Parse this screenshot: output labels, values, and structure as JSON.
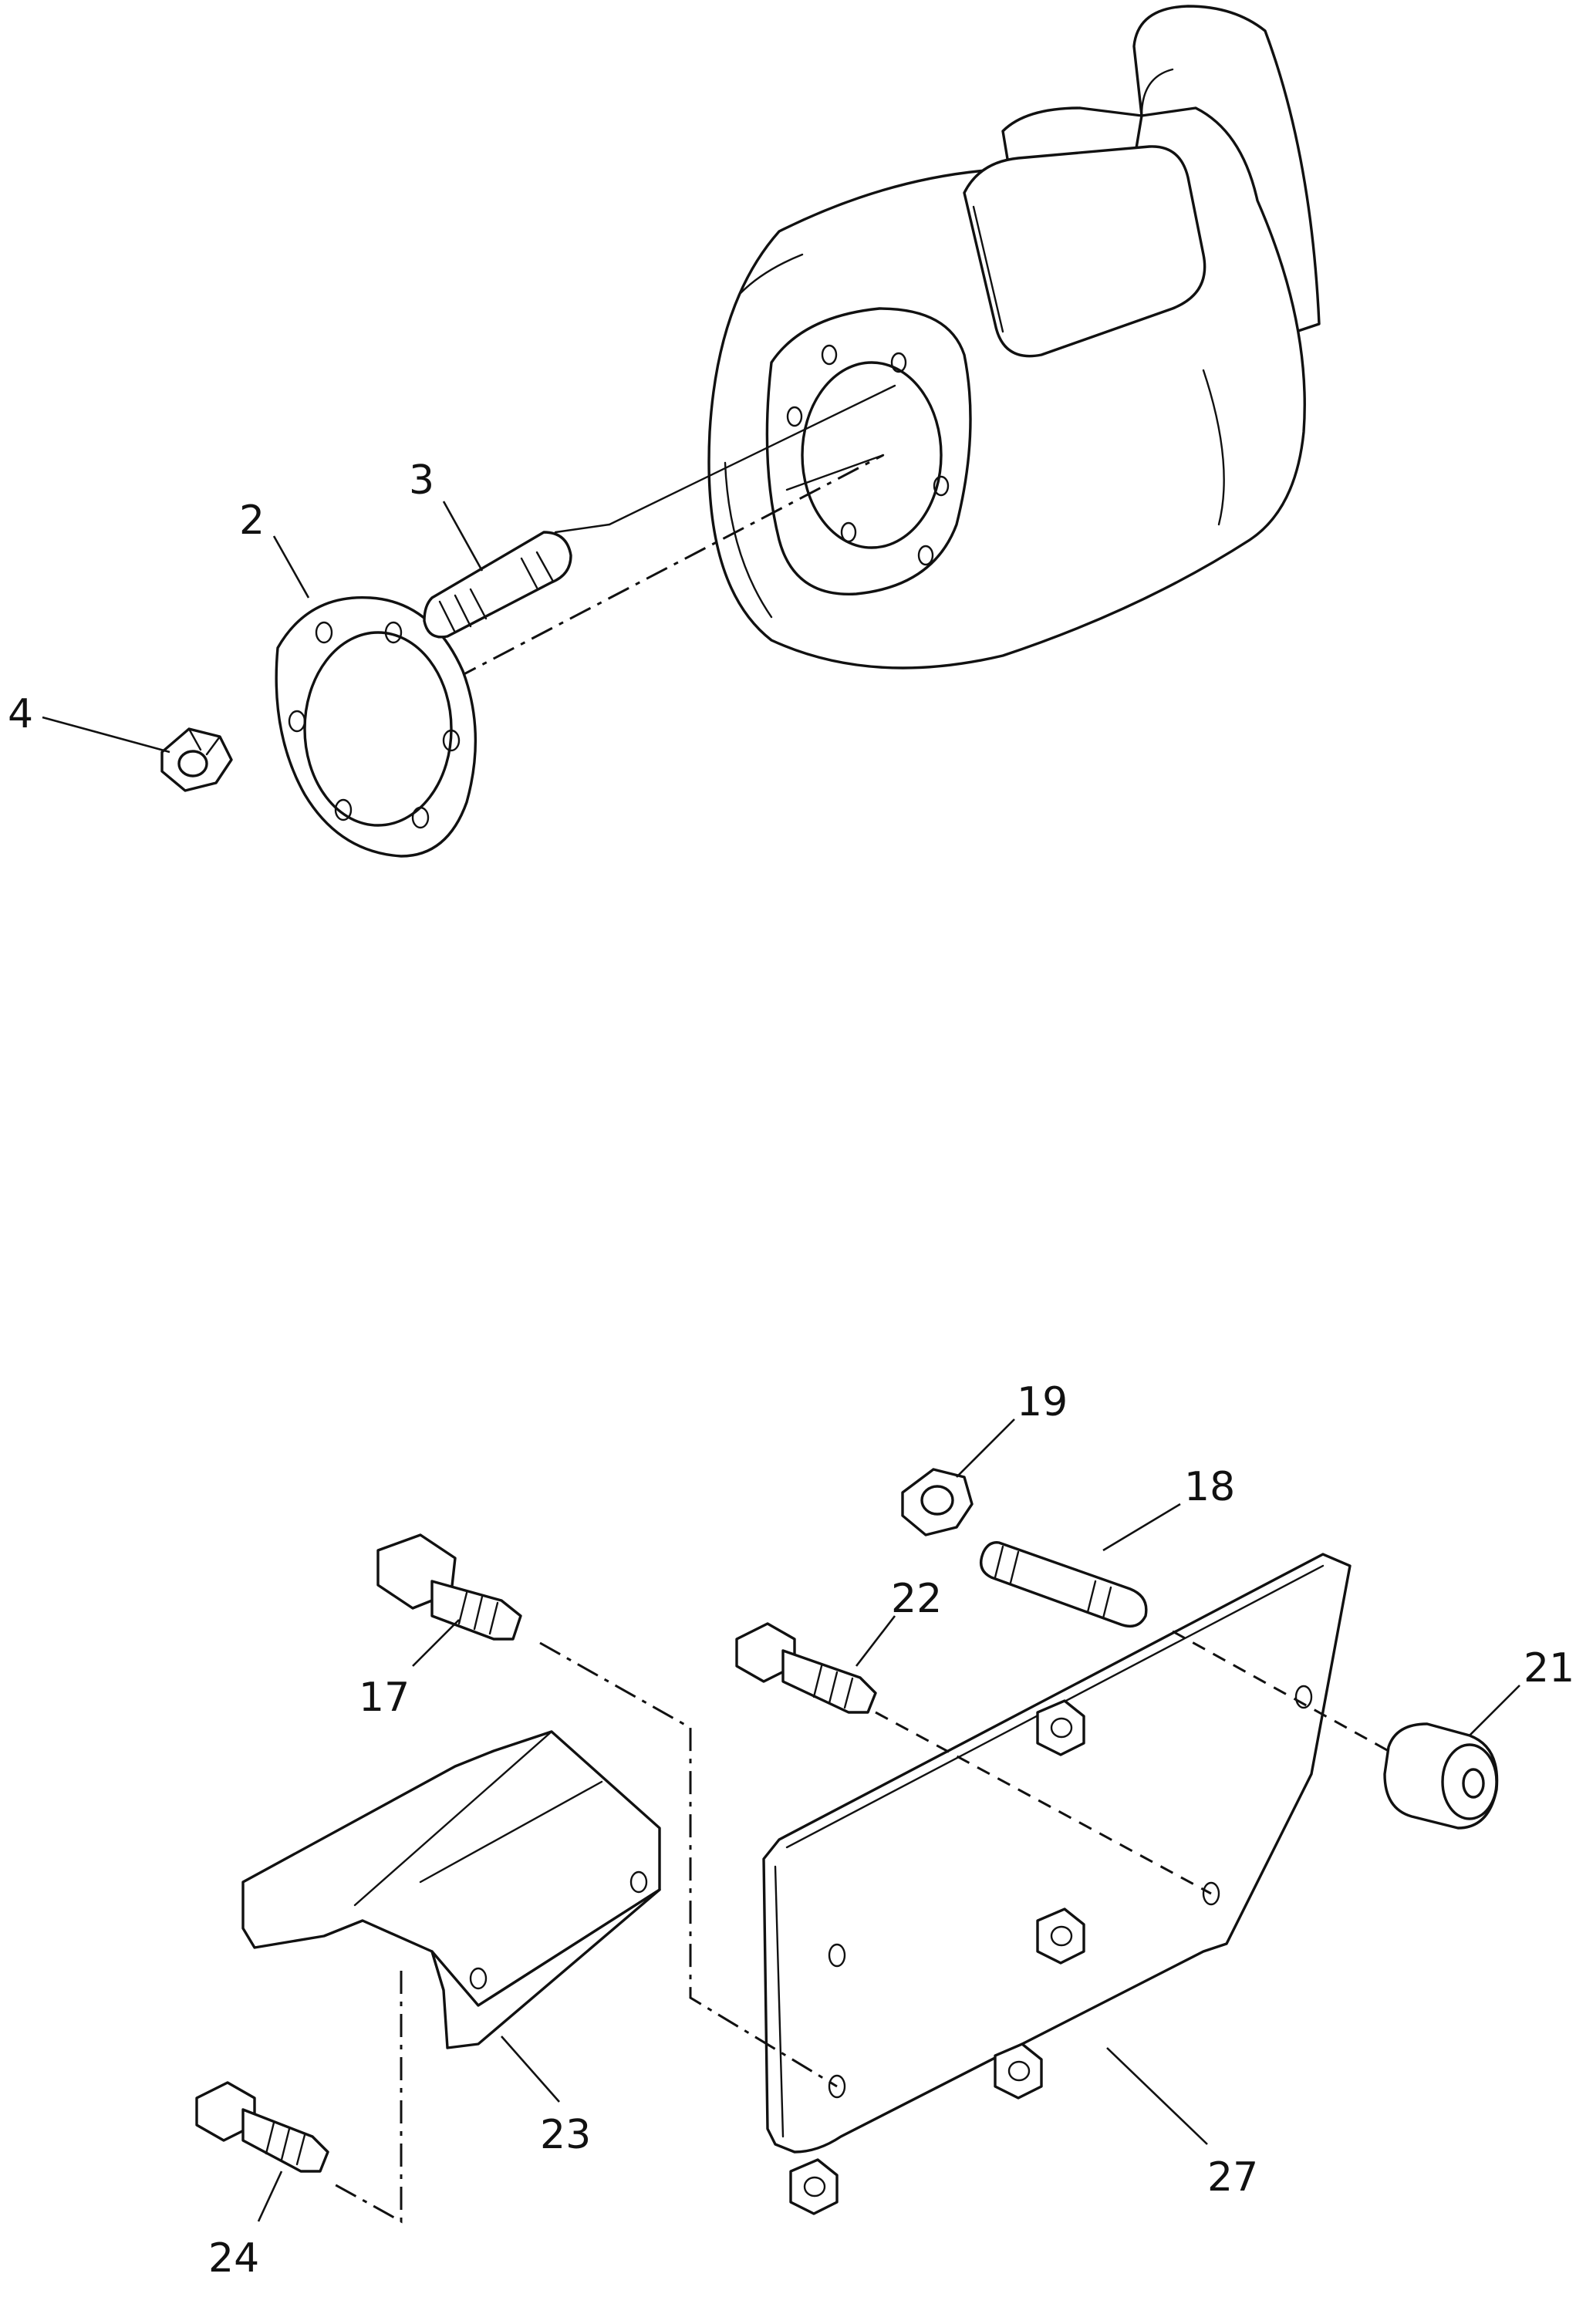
{
  "callouts": {
    "c2": "2",
    "c3": "3",
    "c4": "4",
    "c17": "17",
    "c18": "18",
    "c19": "19",
    "c21": "21",
    "c22": "22",
    "c23": "23",
    "c24": "24",
    "c27": "27"
  }
}
